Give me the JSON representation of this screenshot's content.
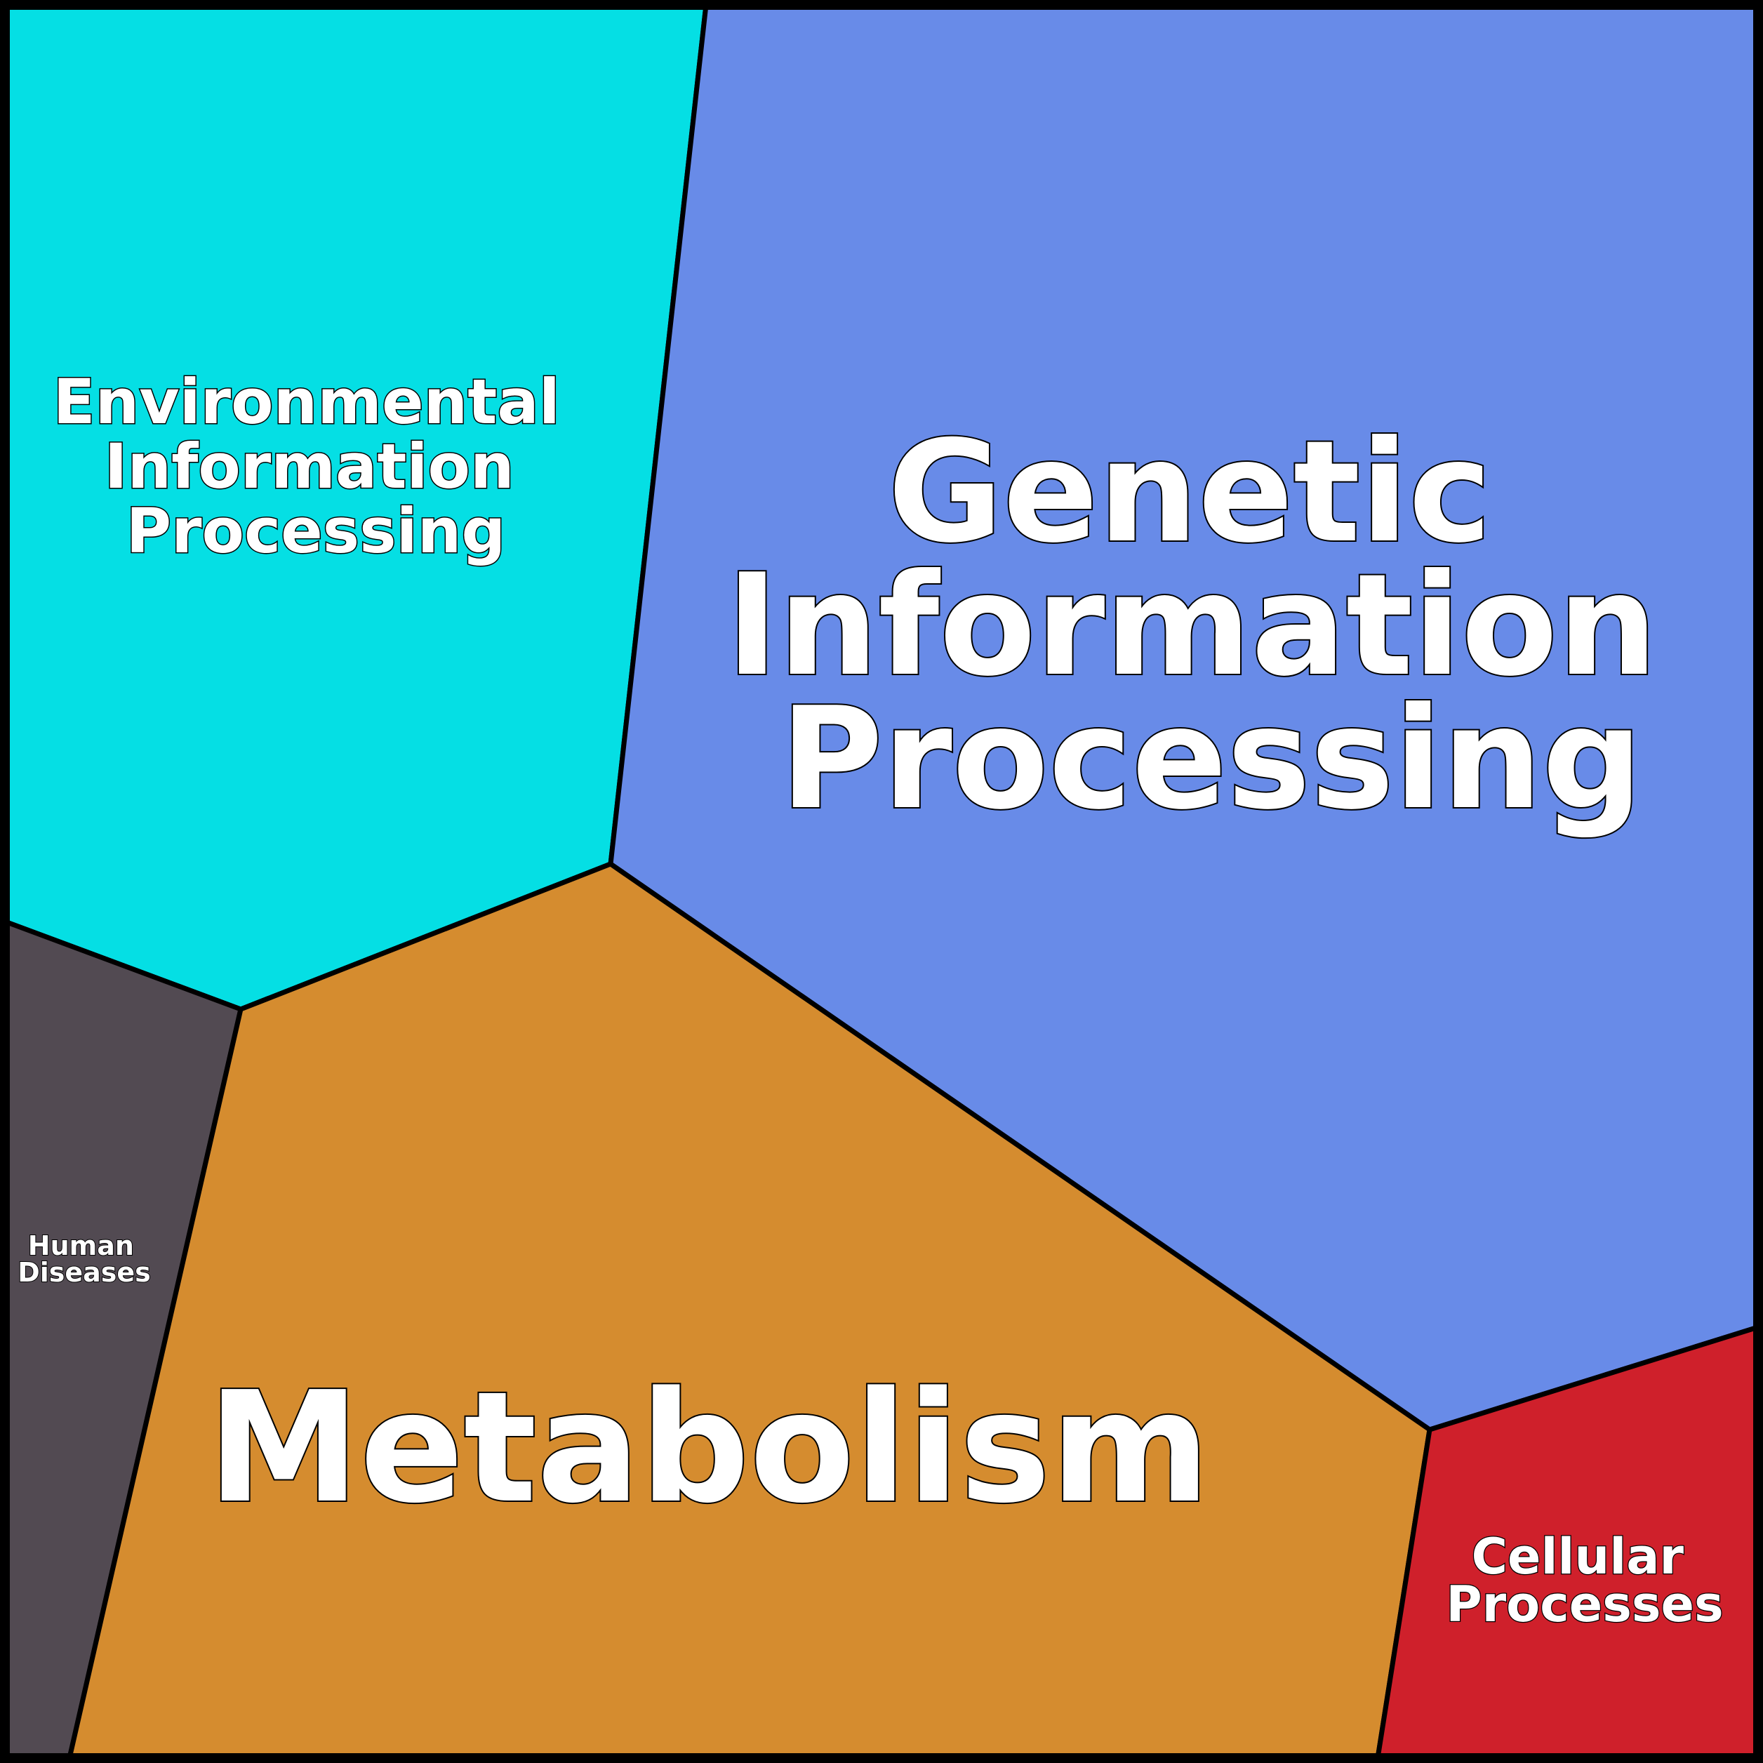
{
  "regions": [
    {
      "id": "environmental",
      "lines": [
        "Environmental",
        "Information",
        "Processing"
      ],
      "color": "#05dfe4"
    },
    {
      "id": "genetic",
      "lines": [
        "Genetic",
        "Information",
        "Processing"
      ],
      "color": "#688be8"
    },
    {
      "id": "human-diseases",
      "lines": [
        "Human",
        "Diseases"
      ],
      "color": "#524a52"
    },
    {
      "id": "metabolism",
      "lines": [
        "Metabolism"
      ],
      "color": "#d58c2f"
    },
    {
      "id": "cellular",
      "lines": [
        "Cellular",
        "Processes"
      ],
      "color": "#cf202b"
    }
  ]
}
